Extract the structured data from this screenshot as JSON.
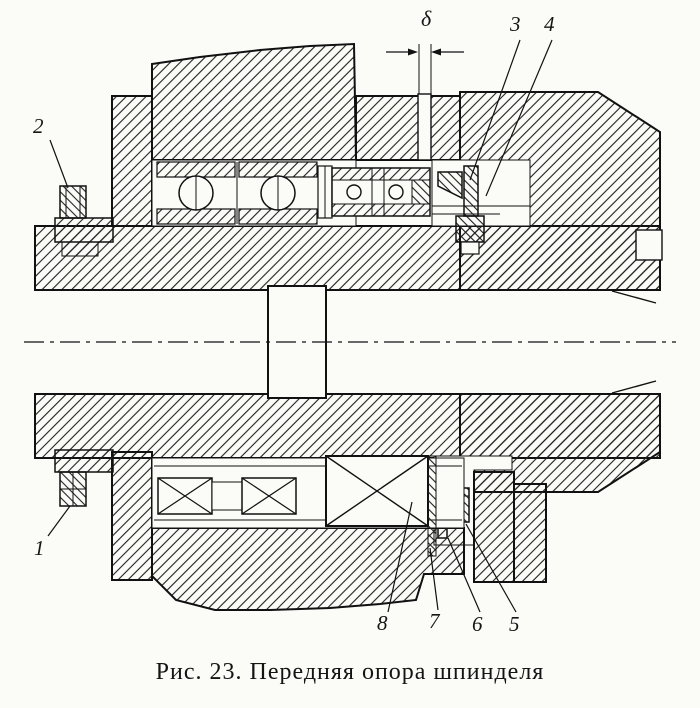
{
  "figure": {
    "caption": "Рис. 23. Передняя опора шпинделя",
    "dimension_symbol": "δ"
  },
  "callouts": [
    {
      "id": "callout-2",
      "label": "2"
    },
    {
      "id": "callout-3",
      "label": "3"
    },
    {
      "id": "callout-4",
      "label": "4"
    },
    {
      "id": "callout-1",
      "label": "1"
    },
    {
      "id": "callout-8",
      "label": "8"
    },
    {
      "id": "callout-7",
      "label": "7"
    },
    {
      "id": "callout-6",
      "label": "6"
    },
    {
      "id": "callout-5",
      "label": "5"
    }
  ]
}
